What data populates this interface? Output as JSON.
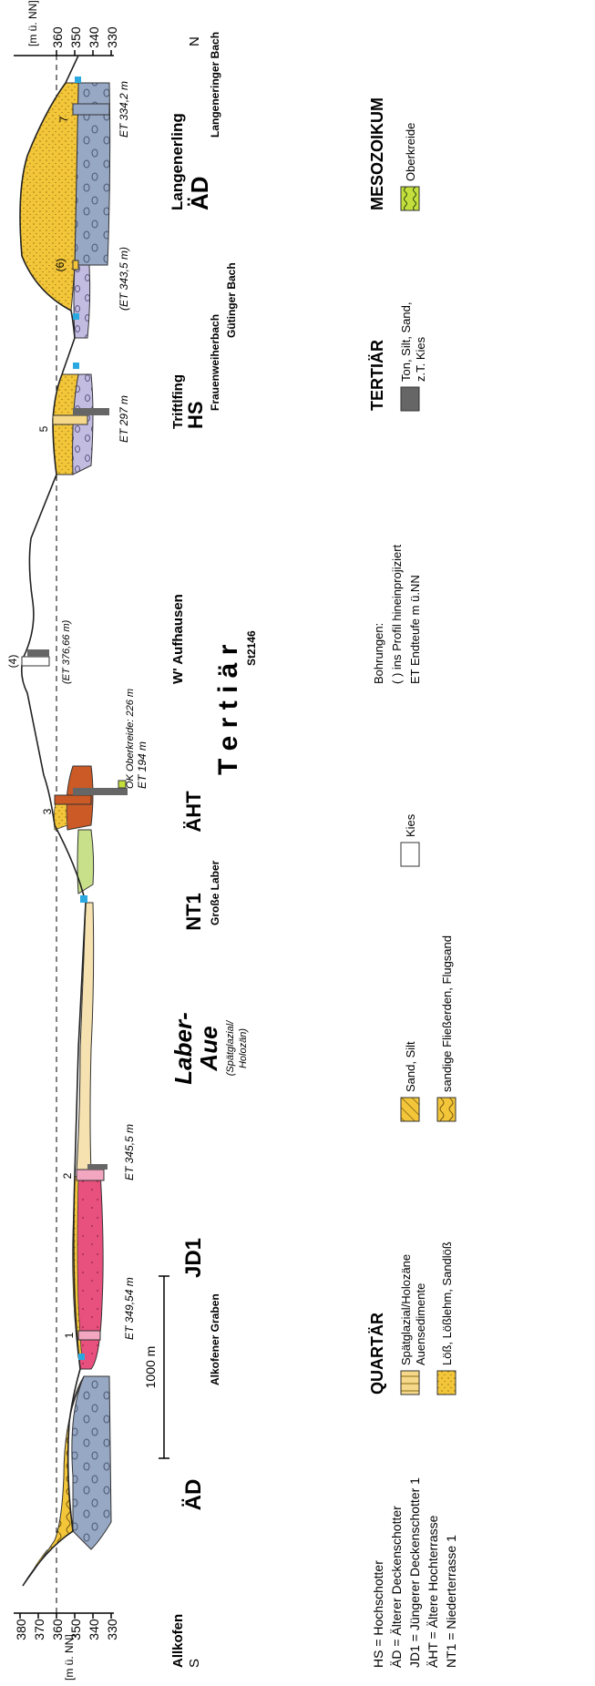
{
  "colors": {
    "ad_gravel": "#97a8c4",
    "jd1": "#e8507e",
    "jd1_light": "#f2a6c0",
    "aht": "#cc5a26",
    "aht_light": "#c8e08a",
    "nt1_sand": "#f6e2b0",
    "loess": "#f3c63a",
    "hs_gravel": "#c2bce0",
    "tertiary": "#666666",
    "water": "#2aa9e0",
    "cretaceous": "#c4de3c"
  },
  "axis": {
    "left_unit": "[m ü. NN]",
    "right_unit": "[m ü. NN]",
    "left_ticks": [
      "380",
      "370",
      "360",
      "350",
      "340",
      "330"
    ],
    "right_ticks": [
      "360",
      "350",
      "340",
      "330"
    ]
  },
  "labels": {
    "south": "S",
    "north": "N",
    "alkofen": "Allkofen",
    "aufhausen": "W' Aufhausen",
    "langenerling": "Langenerling",
    "tertiar": "T e r t i ä r",
    "ad_left": "ÄD",
    "ad_right": "ÄD",
    "jd1": "JD1",
    "laber_aue_1": "Laber-",
    "laber_aue_2": "Aue",
    "laber_aue_sub1": "(Spätglazial/",
    "laber_aue_sub2": "Holozän)",
    "nt1": "NT1",
    "aht": "ÄHT",
    "triftlfing": "Triftlfing",
    "hs": "HS",
    "scale": "1000 m"
  },
  "streams": {
    "alkofener_graben": "Alkofener Graben",
    "grosse_laber": "Große Laber",
    "frauenweiherbach": "Frauenweiherbach",
    "gutinger_bach": "Gütinger Bach",
    "langeneringer_bach": "Langeneringer Bach"
  },
  "boreholes": {
    "b1": "1",
    "b2": "2",
    "b3": "3",
    "b4": "(4)",
    "b5": "5",
    "b6": "(6)",
    "b7": "7",
    "st2146": "St2146",
    "et1": "ET 349,54 m",
    "et2": "ET 345,5 m",
    "et3": "ET 194 m",
    "ok3": "OK Oberkreide: 226 m",
    "et4": "(ET 376,66 m)",
    "et5": "ET 297 m",
    "et6": "(ET 343,5 m)",
    "et7": "ET 334,2 m"
  },
  "legend": {
    "abbr": [
      "HS = Hochschotter",
      "ÄD = Älterer Deckenschotter",
      "JD1 = Jüngerer Deckenschotter 1",
      "ÄHT = Ältere Hochterrasse",
      "NT1 = Niederterrasse 1"
    ],
    "quartar": "QUARTÄR",
    "spaetglazial_1": "Spätglazial/Holozäne",
    "spaetglazial_2": "Auensedimente",
    "loess": "Löß, Lößlehm, Sandlöß",
    "sand_silt": "Sand, Silt",
    "fliesserden": "sandige Fließerden, Flugsand",
    "kies": "Kies",
    "bohrungen": "Bohrungen:",
    "bohr_a": "( )  ins Profil hineinprojiziert",
    "bohr_b": "ET  Endteufe m ü.NN",
    "tertiaer": "TERTIÄR",
    "ton_1": "Ton, Silt, Sand,",
    "ton_2": "z.T. Kies",
    "mesozoikum": "MESOZOIKUM",
    "oberkreide": "Oberkreide"
  }
}
